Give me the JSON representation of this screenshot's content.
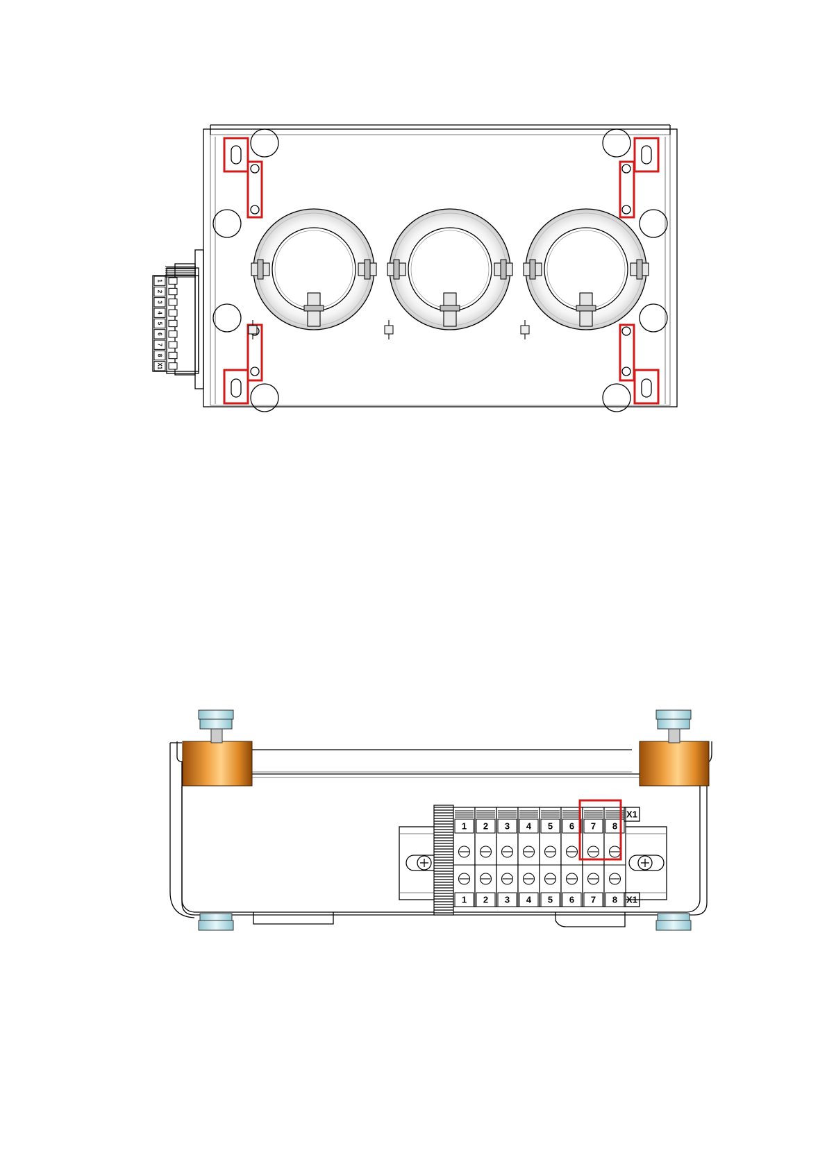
{
  "colors": {
    "highlight": "#d11a1a",
    "brass": "#d9801c",
    "bolt": "#bfe3ea",
    "line": "#000000"
  },
  "top_view": {
    "terminal_labels": [
      "1",
      "2",
      "3",
      "4",
      "5",
      "6",
      "7",
      "8",
      "X1"
    ]
  },
  "side_view": {
    "terminal_labels": [
      "1",
      "2",
      "3",
      "4",
      "5",
      "6",
      "7",
      "8"
    ],
    "strip_label_upper": "X1",
    "strip_label_lower": "X1",
    "highlighted_terminals": [
      "7",
      "8"
    ]
  }
}
